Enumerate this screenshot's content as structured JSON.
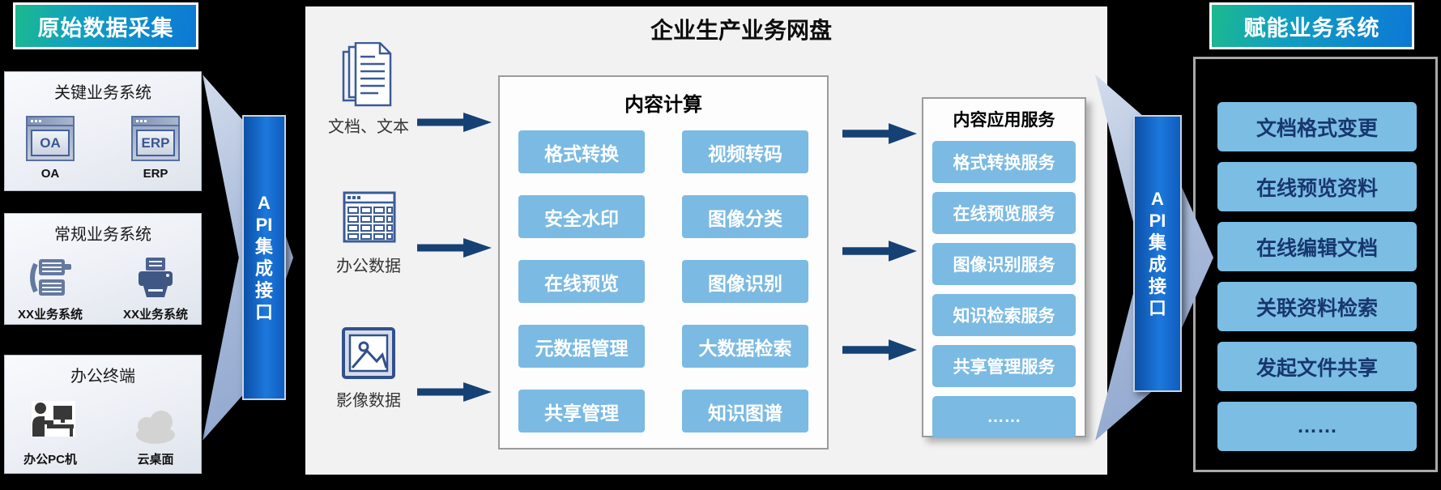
{
  "page": {
    "background": "#000000"
  },
  "left_panel": {
    "header": "原始数据采集",
    "groups": [
      {
        "title": "关键业务系统",
        "items": [
          {
            "icon": "oa-window-icon",
            "icon_text": "OA",
            "label": "OA"
          },
          {
            "icon": "erp-window-icon",
            "icon_text": "ERP",
            "label": "ERP"
          }
        ]
      },
      {
        "title": "常规业务系统",
        "items": [
          {
            "icon": "doc-feed-icon",
            "label": "XX业务系统"
          },
          {
            "icon": "printer-icon",
            "label": "XX业务系统"
          }
        ]
      },
      {
        "title": "办公终端",
        "items": [
          {
            "icon": "pc-user-icon",
            "label": "办公PC机"
          },
          {
            "icon": "cloud-icon",
            "label": "云桌面"
          }
        ]
      }
    ]
  },
  "api_interface": {
    "label": "API集成接口",
    "lines": [
      "A",
      "PI",
      "集",
      "成",
      "接",
      "口"
    ]
  },
  "center": {
    "title": "企业生产业务网盘",
    "sources": [
      {
        "icon": "documents-icon",
        "label": "文档、文本"
      },
      {
        "icon": "spreadsheet-icon",
        "label": "办公数据"
      },
      {
        "icon": "picture-icon",
        "label": "影像数据"
      }
    ],
    "compute_box": {
      "title": "内容计算",
      "buttons": [
        "格式转换",
        "视频转码",
        "安全水印",
        "图像分类",
        "在线预览",
        "图像识别",
        "元数据管理",
        "大数据检索",
        "共享管理",
        "知识图谱"
      ]
    },
    "service_box": {
      "title": "内容应用服务",
      "buttons": [
        "格式转换服务",
        "在线预览服务",
        "图像识别服务",
        "知识检索服务",
        "共享管理服务",
        "……"
      ]
    }
  },
  "right_panel": {
    "header": "赋能业务系统",
    "buttons": [
      "文档格式变更",
      "在线预览资料",
      "在线编辑文档",
      "关联资料检索",
      "发起文件共享",
      "……"
    ]
  },
  "colors": {
    "header_gradient_start": "#1cb98e",
    "header_gradient_end": "#0c78d6",
    "api_bar_blue": "#1565c0",
    "chip_blue": "#7bbae2",
    "right_chip_text_navy": "#17376e",
    "arrow_navy": "#164174",
    "panel_gray": "#f2f2f2",
    "icon_navy": "#3b5b97"
  }
}
